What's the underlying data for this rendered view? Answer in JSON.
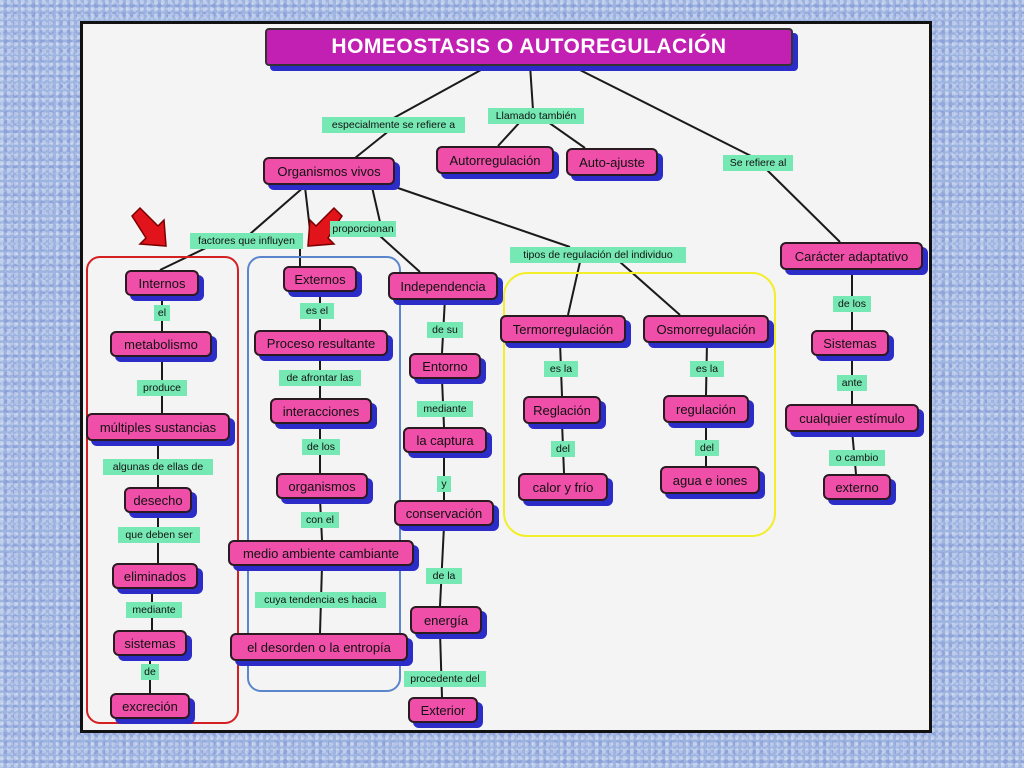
{
  "title": "HOMEOSTASIS O AUTOREGULACIÓN",
  "colors": {
    "node": "#ef4fa8",
    "title": "#c21fb3",
    "link_label": "#76e8b4",
    "shadow": "#2c2cc8",
    "internos_group": "#d42020",
    "externos_group": "#5b86cc",
    "regulacion_group": "#f2ee2a",
    "arrow": "#e0141a"
  },
  "links": {
    "especialmente": "especialmente se refiere a",
    "llamado": "Llamado también",
    "se_refiere": "Se refiere al",
    "factores": "factores que influyen",
    "proporcionan": "proporcionan",
    "tipos": "tipos de regulación del individuo",
    "int_el": "el",
    "int_produce": "produce",
    "int_algunas": "algunas de ellas de",
    "int_deben": "que deben ser",
    "int_mediante": "mediante",
    "int_de": "de",
    "ext_es": "es el",
    "ext_afrontar": "de afrontar las",
    "ext_delos": "de los",
    "ext_conel": "con el",
    "ext_cuya": "cuya tendencia es hacia",
    "ind_desu": "de su",
    "ind_mediante": "mediante",
    "ind_y": "y",
    "ind_dela": "de la",
    "ind_procedente": "procedente del",
    "termo_esla": "es la",
    "termo_del": "del",
    "osmo_esla": "es la",
    "osmo_del": "del",
    "car_delos": "de los",
    "car_ante": "ante",
    "car_ocambio": "o cambio"
  },
  "nodes": {
    "organismos": "Organismos vivos",
    "autorregulacion": "Autorregulación",
    "autoajuste": "Auto-ajuste",
    "caracter": "Carácter adaptativo",
    "internos": "Internos",
    "metabolismo": "metabolismo",
    "sustancias": "múltiples sustancias",
    "desecho": "desecho",
    "eliminados": "eliminados",
    "sistemas_int": "sistemas",
    "excrecion": "excreción",
    "externos": "Externos",
    "proceso": "Proceso resultante",
    "interacciones": "interacciones",
    "organismos_ext": "organismos",
    "medio": "medio ambiente cambiante",
    "desorden": "el desorden o la entropía",
    "independencia": "Independencia",
    "entorno": "Entorno",
    "captura": "la captura",
    "conservacion": "conservación",
    "energia": "energía",
    "exterior": "Exterior",
    "termo": "Termorregulación",
    "osmo": "Osmorregulación",
    "reglacion": "Reglación",
    "calor": "calor y frío",
    "regulacion": "regulación",
    "agua": "agua e iones",
    "sistemas_car": "Sistemas",
    "estimulo": "cualquier estímulo",
    "externo": "externo"
  }
}
